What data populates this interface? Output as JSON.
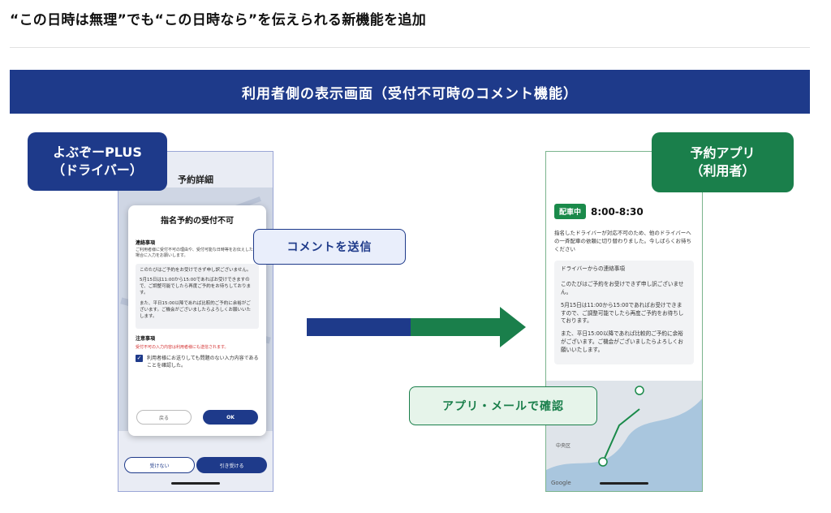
{
  "headline": "“この日時は無理”でも“この日時なら”を伝えられる新機能を追加",
  "banner": "利用者側の表示画面（受付不可時のコメント機能）",
  "driver": {
    "tag_line1": "よぶぞーPLUS",
    "tag_line2": "（ドライバー）",
    "screen_title": "予約詳細",
    "modal": {
      "title": "指名予約の受付不可",
      "contact_label": "連絡事項",
      "contact_hint": "ご利用者様に受付不可の理由や、受付可能な日時等をお伝えしたい場合に入力をお願いします。",
      "message_p1": "このたびはご予約をお受けできず申し訳ございません。",
      "message_p2": "5月15日は11:00から15:00であればお受けできますので、ご調整可能でしたら再度ご予約をお待ちしております。",
      "message_p3": "また、平日15:00以降であれば比較的ご予約に余裕がございます。ご機会がございましたらよろしくお願いいたします。",
      "caution_label": "注意事項",
      "caution_text": "受付不可の入力内容は利用者様にも送信されます。",
      "checkbox_label": "利用者様にお送りしても問題のない入力内容であることを確認した。",
      "back_button": "戻る",
      "ok_button": "OK"
    },
    "decline_button": "受けない",
    "accept_button": "引き受ける"
  },
  "send_bubble": "コメントを送信",
  "user": {
    "tag_line1": "予約アプリ",
    "tag_line2": "（利用者）",
    "status_badge": "配車中",
    "time": "8:00-8:30",
    "notice": "指名したドライバーが対応不可のため、他のドライバーへの一斉配車の依頼に切り替わりました。今しばらくお待ちください",
    "card_header": "ドライバーからの連絡事項",
    "card_p1": "このたびはご予約をお受けできず申し訳ございません。",
    "card_p2": "5月15日は11:00から15:00であればお受けできますので、ご調整可能でしたら再度ご予約をお待ちしております。",
    "card_p3": "また、平日15:00以降であれば比較的ご予約に余裕がございます。ご機会がございましたらよろしくお願いいたします。",
    "map_district": "中央区",
    "map_attribution": "Google"
  },
  "confirm_bubble": "アプリ・メールで確認",
  "colors": {
    "navy": "#1e3a8a",
    "green": "#1a7f4b"
  }
}
